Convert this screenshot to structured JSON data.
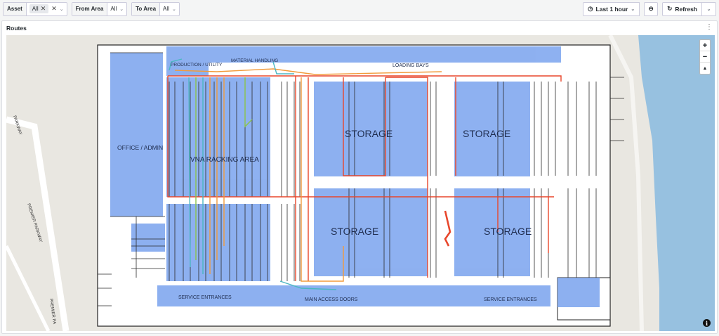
{
  "toolbar": {
    "asset_label": "Asset",
    "asset_value": "All",
    "from_area_label": "From Area",
    "from_area_value": "All",
    "to_area_label": "To Area",
    "to_area_value": "All",
    "time_range": "Last 1 hour",
    "refresh_label": "Refresh"
  },
  "panel": {
    "title": "Routes"
  },
  "map": {
    "road_labels": [
      "PREMIER PARKWAY",
      "PREMIER PA",
      "PARKWAY"
    ],
    "areas": {
      "production": "PRODUCTION / UTILITY",
      "material": "MATERIAL HANDLING",
      "loading": "LOADING BAYS",
      "office": "OFFICE / ADMIN",
      "vna": "VNA RACKING AREA",
      "storage": "STORAGE",
      "service": "SERVICE ENTRANCES",
      "main_doors": "MAIN ACCESS DOORS"
    },
    "zoom_in": "+",
    "zoom_out": "−",
    "compass": "▲",
    "info": "i"
  },
  "colors": {
    "zone_fill": "#7aa3ee",
    "route_red": "#e8472c",
    "route_orange": "#f29b3b",
    "route_teal": "#4bb7c2",
    "route_green": "#8bc34a",
    "water": "#97c1e0",
    "land": "#e9e7e1"
  }
}
